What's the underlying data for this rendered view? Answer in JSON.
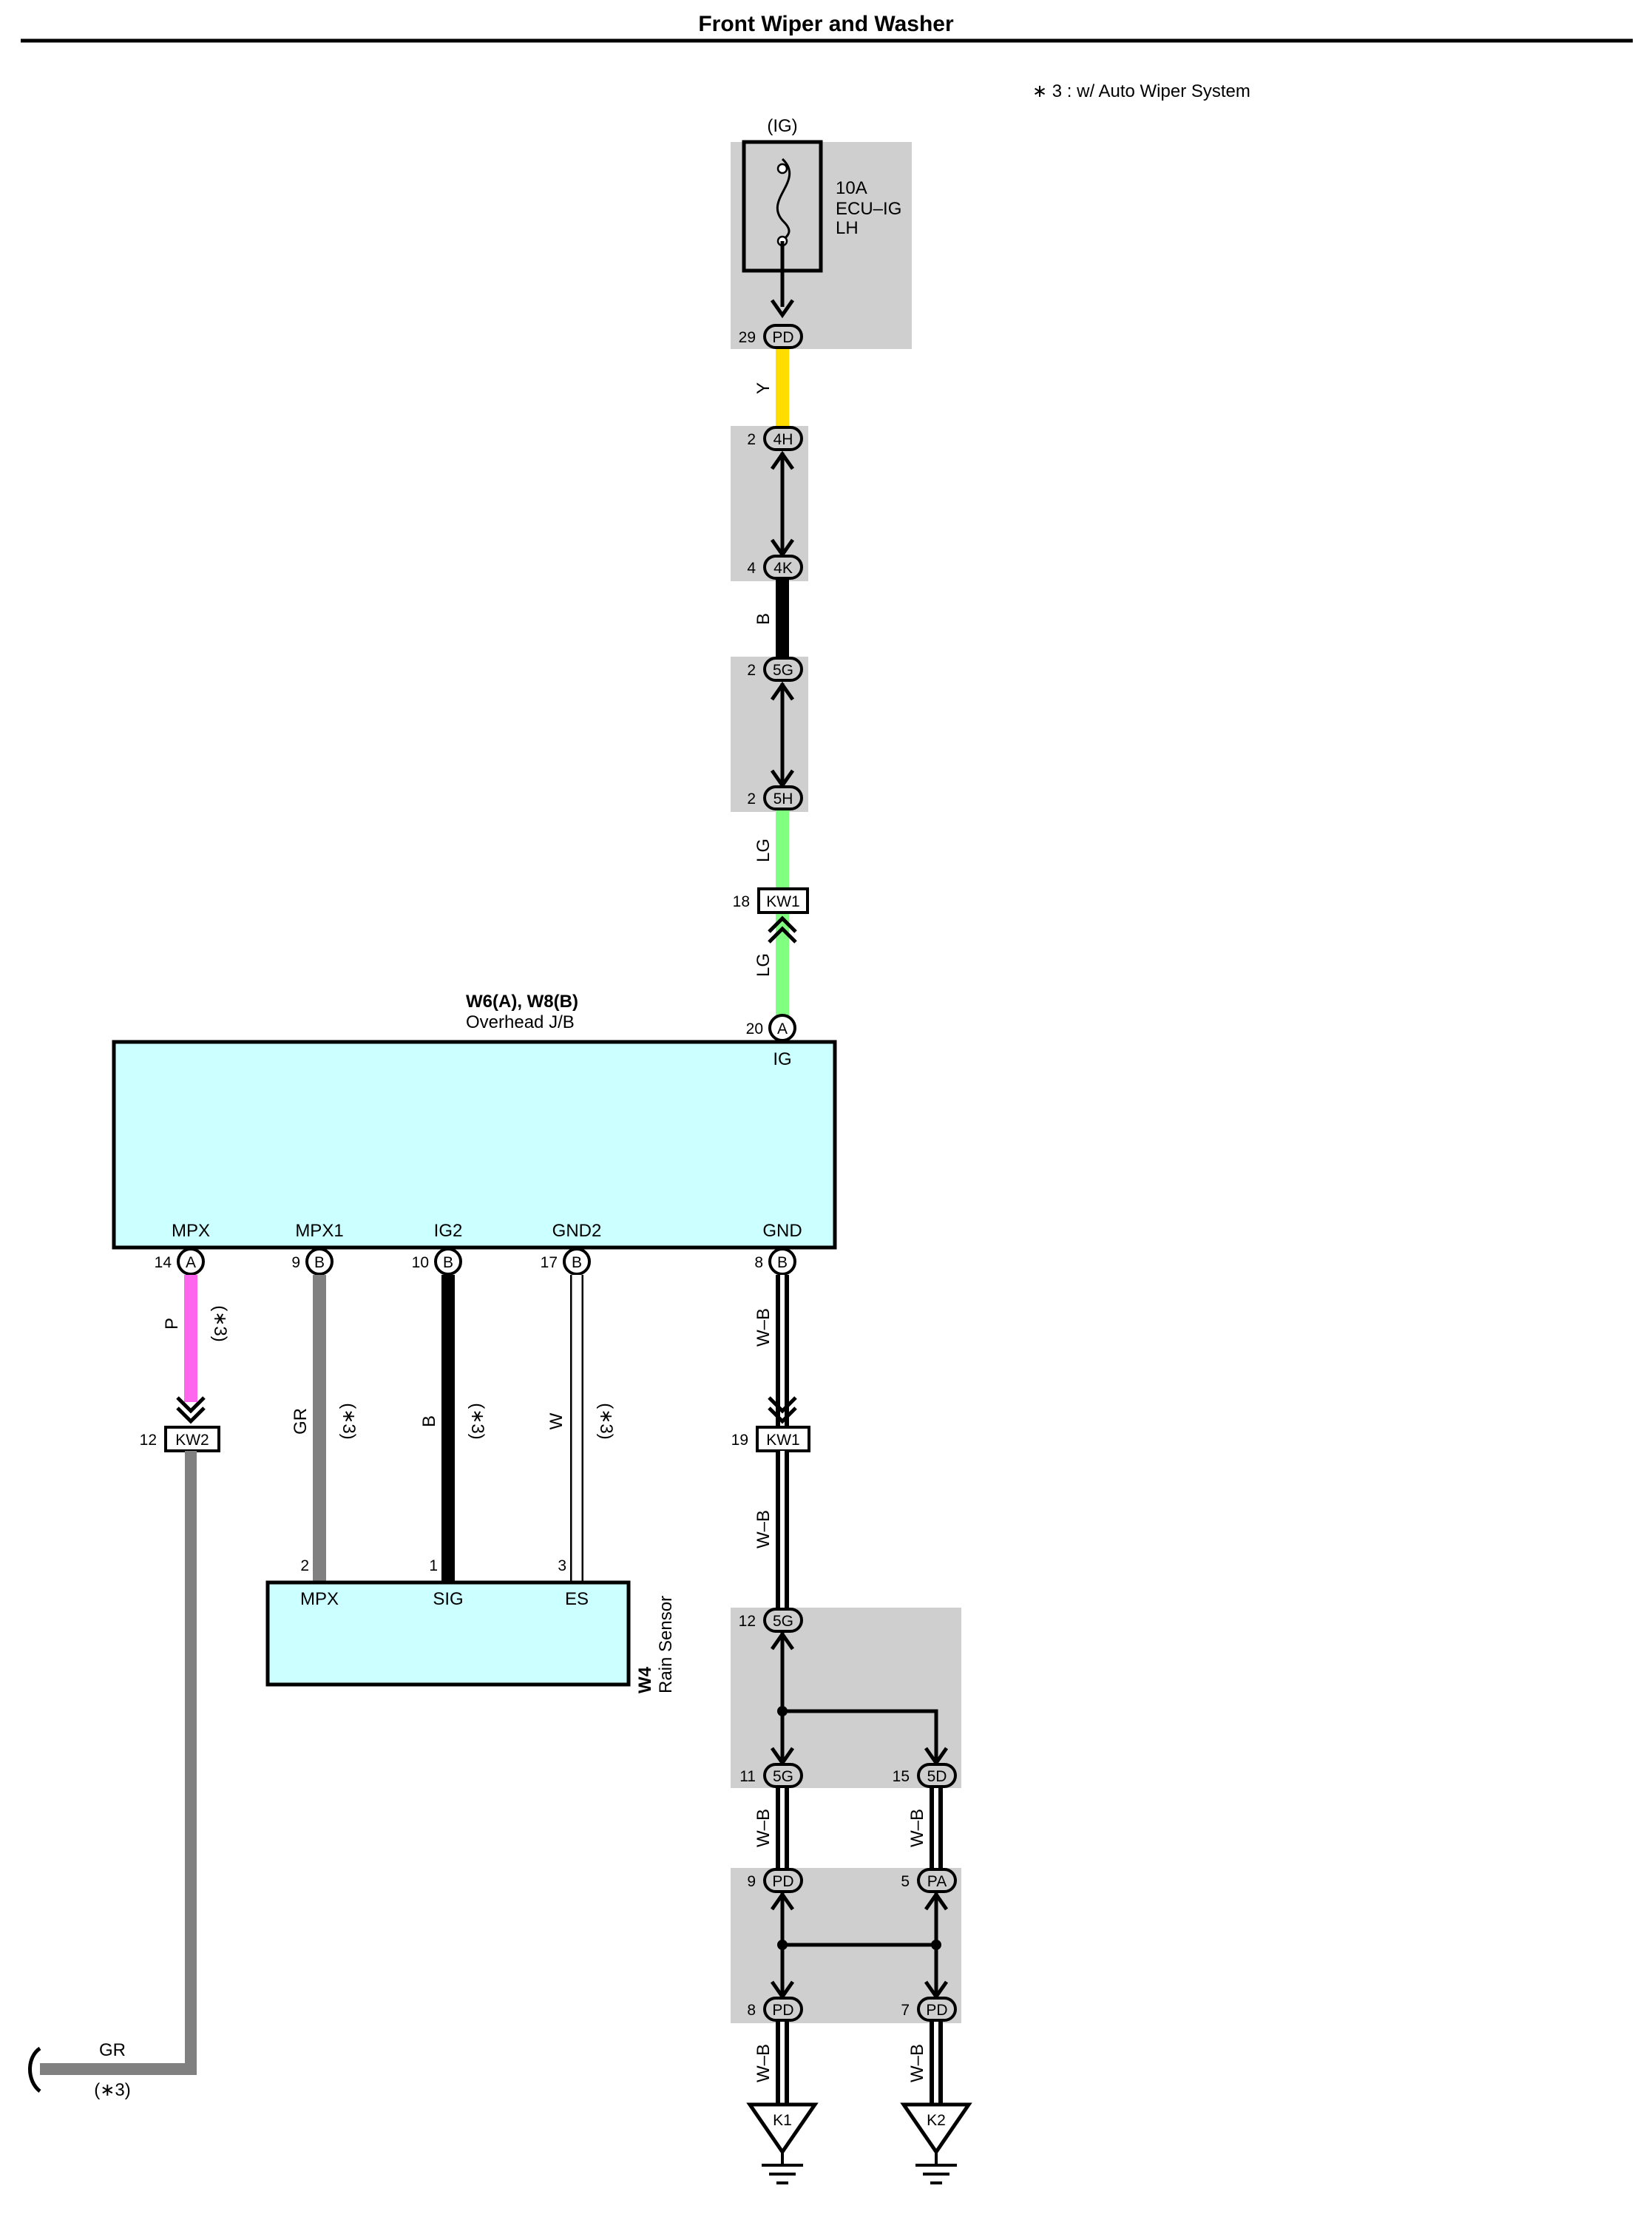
{
  "title": "Front Wiper and Washer",
  "note": "∗ 3 : w/ Auto Wiper System",
  "power": {
    "ig_label": "(IG)",
    "fuse_amp": "10A",
    "fuse_name_1": "ECU–IG",
    "fuse_name_2": "LH"
  },
  "connectors": {
    "pd_top": {
      "pin": "29",
      "code": "PD"
    },
    "c4h": {
      "pin": "2",
      "code": "4H"
    },
    "c4k": {
      "pin": "4",
      "code": "4K"
    },
    "c5g_a": {
      "pin": "2",
      "code": "5G"
    },
    "c5h": {
      "pin": "2",
      "code": "5H"
    },
    "kw1_top": {
      "pin": "18",
      "code": "KW1"
    },
    "jb_ig": {
      "pin": "20",
      "code": "A"
    },
    "mpx": {
      "pin": "14",
      "code": "A"
    },
    "mpx1": {
      "pin": "9",
      "code": "B"
    },
    "ig2": {
      "pin": "10",
      "code": "B"
    },
    "gnd2": {
      "pin": "17",
      "code": "B"
    },
    "gnd": {
      "pin": "8",
      "code": "B"
    },
    "kw2": {
      "pin": "12",
      "code": "KW2"
    },
    "kw1_bot": {
      "pin": "19",
      "code": "KW1"
    },
    "c5g_12": {
      "pin": "12",
      "code": "5G"
    },
    "c5g_11": {
      "pin": "11",
      "code": "5G"
    },
    "c5d_15": {
      "pin": "15",
      "code": "5D"
    },
    "pd_9": {
      "pin": "9",
      "code": "PD"
    },
    "pa_5": {
      "pin": "5",
      "code": "PA"
    },
    "pd_8": {
      "pin": "8",
      "code": "PD"
    },
    "pd_7": {
      "pin": "7",
      "code": "PD"
    }
  },
  "wires": {
    "y": "Y",
    "b": "B",
    "lg1": "LG",
    "lg2": "LG",
    "p": "P",
    "gr": "GR",
    "b2": "B",
    "w": "W",
    "wb1": "W–B",
    "wb2": "W–B",
    "wb3": "W–B",
    "wb4": "W–B",
    "wb5": "W–B",
    "wb6": "W–B",
    "gr_bottom": "GR",
    "note3": "(∗3)"
  },
  "junction_block": {
    "id": "W6(A), W8(B)",
    "name": "Overhead J/B",
    "ig": "IG",
    "mpx": "MPX",
    "mpx1": "MPX1",
    "ig2": "IG2",
    "gnd2": "GND2",
    "gnd": "GND"
  },
  "rain_sensor": {
    "id": "W4",
    "name": "Rain Sensor",
    "mpx": "MPX",
    "sig": "SIG",
    "es": "ES",
    "pin_mpx": "2",
    "pin_sig": "1",
    "pin_es": "3"
  },
  "grounds": {
    "k1": "K1",
    "k2": "K2"
  },
  "colors": {
    "yellow": "#ffdd00",
    "light_green": "#80ff80",
    "pink": "#ff66ee",
    "gray": "#808080",
    "cyan_box": "#ccffff",
    "shade": "#cfcfcf"
  }
}
